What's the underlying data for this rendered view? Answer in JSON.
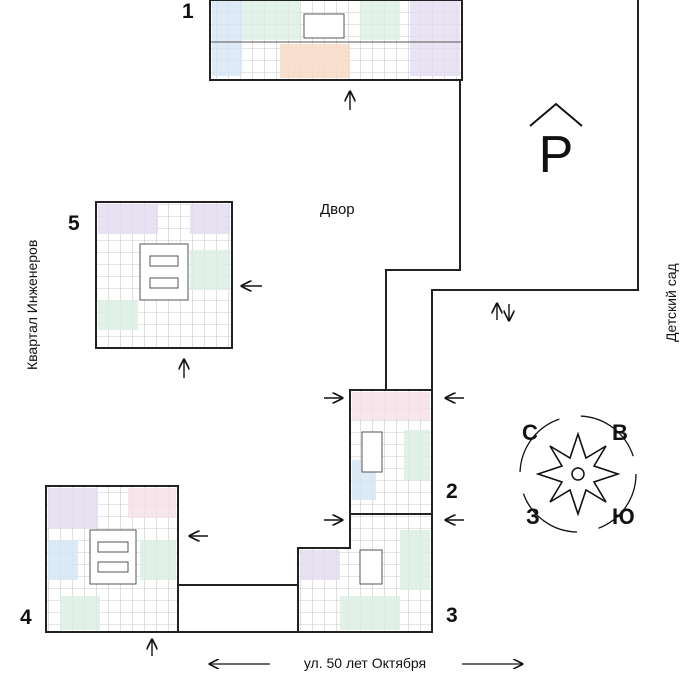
{
  "labels": {
    "courtyard": "Двор",
    "parking": "P",
    "kindergarten": "Детский сад",
    "quarter": "Квартал Инженеров",
    "street": "ул. 50 лет Октября"
  },
  "buildings": [
    {
      "number": "1"
    },
    {
      "number": "2"
    },
    {
      "number": "3"
    },
    {
      "number": "4"
    },
    {
      "number": "5"
    }
  ],
  "compass": {
    "north": "С",
    "east": "В",
    "west": "З",
    "south": "Ю"
  },
  "colors": {
    "outline": "#222222",
    "purple": "#e4dcf0",
    "green": "#dcefe4",
    "blue": "#d6e6f5",
    "pink": "#f5e0e8",
    "orange": "#f8dcc8",
    "grey": "#eeeeee"
  },
  "icons": [
    "entrance-arrow-icon",
    "two-way-arrow-icon",
    "compass-rose-icon",
    "parking-roof-icon"
  ]
}
